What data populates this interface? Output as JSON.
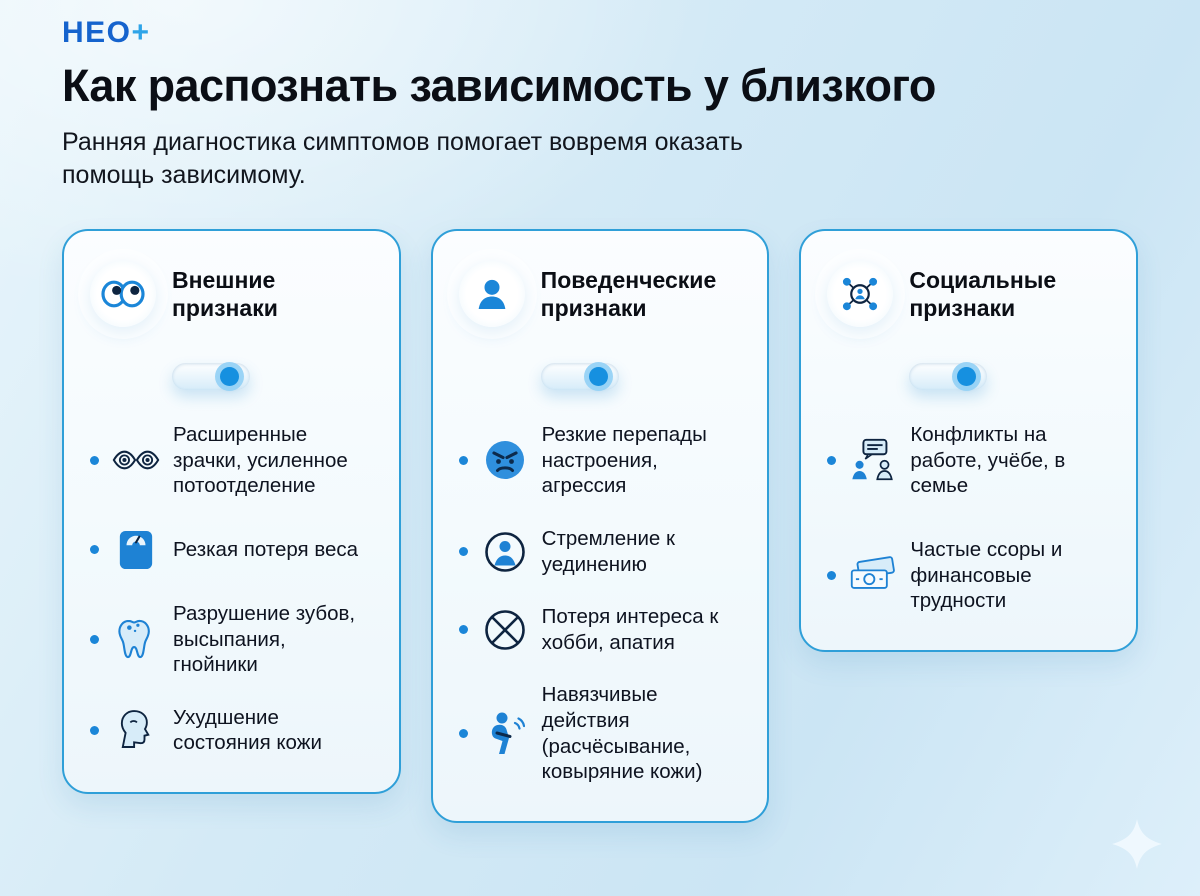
{
  "header": {
    "logo_neo": "НЕО",
    "logo_plus": "+",
    "title": "Как распознать зависимость у близкого",
    "subtitle": "Ранняя диагностика симптомов помогает вовремя оказать\nпомощь зависимому."
  },
  "colors": {
    "accent_blue": "#1b86d8",
    "card_border": "#2f9fd8",
    "background_tint": "#cbe5f4",
    "text_dark": "#0e1320"
  },
  "cards": [
    {
      "title": "Внешние признаки",
      "header_icon": "eyes-icon",
      "toggle_on": true,
      "items": [
        {
          "icon": "dilated-pupils-icon",
          "text": "Расширенные зрачки, усиленное потоотделение"
        },
        {
          "icon": "weight-scale-icon",
          "text": "Резкая потеря веса"
        },
        {
          "icon": "tooth-icon",
          "text": "Разрушение зубов, высыпания, гнойники"
        },
        {
          "icon": "skin-face-icon",
          "text": "Ухудшение состояния кожи"
        }
      ]
    },
    {
      "title": "Поведенческие признаки",
      "header_icon": "person-icon",
      "toggle_on": true,
      "items": [
        {
          "icon": "angry-face-icon",
          "text": "Резкие перепады настроения, агрессия"
        },
        {
          "icon": "solitude-icon",
          "text": "Стремление к уединению"
        },
        {
          "icon": "no-interest-icon",
          "text": "Потеря интереса к хобби, апатия"
        },
        {
          "icon": "scratching-icon",
          "text": "Навязчивые действия (расчёсывание, ковыряние кожи)"
        }
      ]
    },
    {
      "title": "Социальные признаки",
      "header_icon": "social-network-icon",
      "toggle_on": true,
      "items": [
        {
          "icon": "conflict-icon",
          "text": "Конфликты на работе, учёбе, в семье"
        },
        {
          "icon": "money-icon",
          "text": "Частые ссоры и финансовые трудности"
        }
      ]
    }
  ]
}
